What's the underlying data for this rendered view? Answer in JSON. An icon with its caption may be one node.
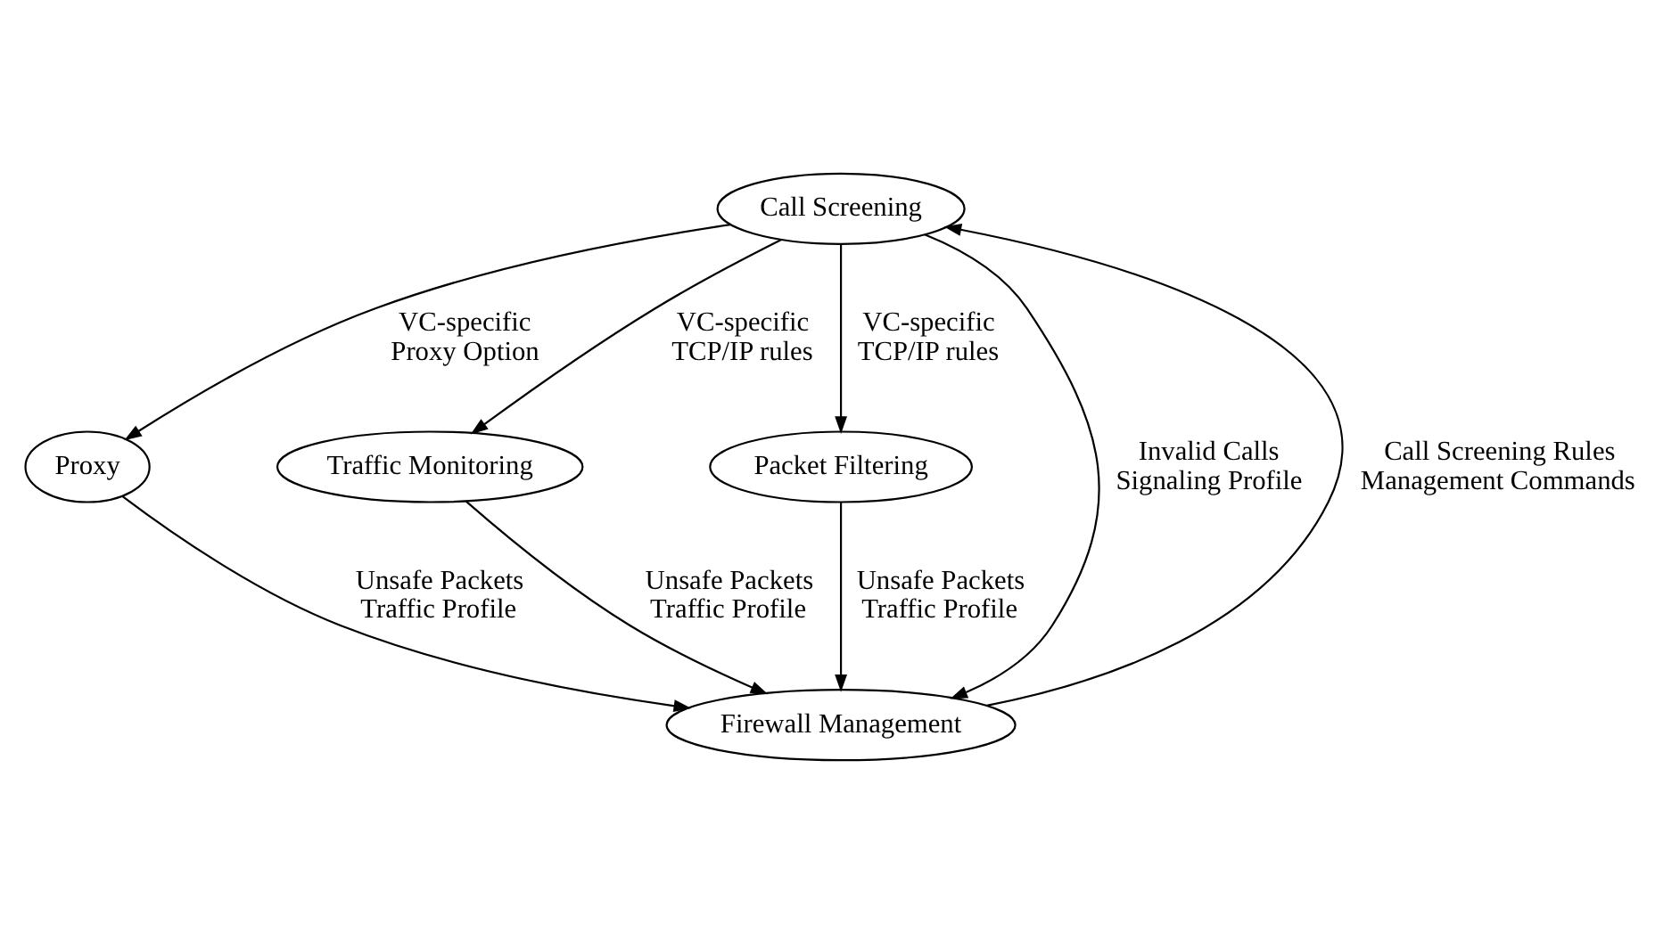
{
  "diagram": {
    "nodes": [
      {
        "text": [
          "Call Screening"
        ]
      },
      {
        "text": [
          "Proxy"
        ]
      },
      {
        "text": [
          "Traffic Monitoring"
        ]
      },
      {
        "text": [
          "Packet Filtering"
        ]
      },
      {
        "text": [
          "Firewall Management"
        ]
      }
    ],
    "edges": [
      {
        "from": 0,
        "to": 1,
        "arrow": "to",
        "label": "VC-specific Proxy Option"
      },
      {
        "from": 0,
        "to": 2,
        "arrow": "to",
        "label": "VC-specific TCP/IP rules"
      },
      {
        "from": 0,
        "to": 3,
        "arrow": "to",
        "label": "VC-specific TCP/IP rules"
      },
      {
        "from": 1,
        "to": 4,
        "arrow": "to",
        "label": "Unsafe Packets Traffic Profile"
      },
      {
        "from": 2,
        "to": 4,
        "arrow": "to",
        "label": "Unsafe Packets Traffic Profile"
      },
      {
        "from": 3,
        "to": 4,
        "arrow": "to",
        "label": "Unsafe Packets Traffic Profile"
      },
      {
        "from": 0,
        "to": 4,
        "arrow": "to",
        "label": "Invalid Calls Signaling Profile"
      },
      {
        "from": 4,
        "to": 0,
        "arrow": "to",
        "label": "Call Screening Rules Management Commands"
      }
    ]
  }
}
